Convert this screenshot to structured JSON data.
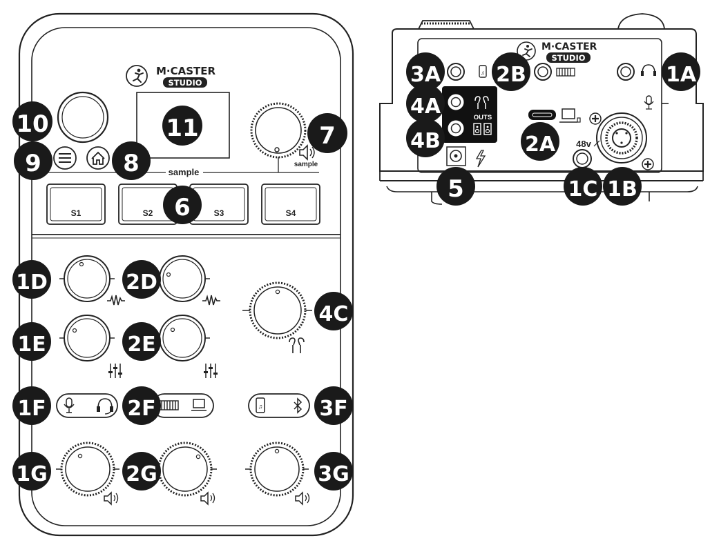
{
  "brand": {
    "name": "M·CASTER",
    "sub": "STUDIO"
  },
  "labels": {
    "sample": "sample",
    "knob_sample": "sample",
    "outs": "OUTS",
    "phantom": "48v",
    "s1": "S1",
    "s2": "S2",
    "s3": "S3",
    "s4": "S4"
  },
  "callouts": {
    "c1A": "1A",
    "c1B": "1B",
    "c1C": "1C",
    "c1D": "1D",
    "c1E": "1E",
    "c1F": "1F",
    "c1G": "1G",
    "c2A": "2A",
    "c2B": "2B",
    "c2D": "2D",
    "c2E": "2E",
    "c2F": "2F",
    "c2G": "2G",
    "c3A": "3A",
    "c3F": "3F",
    "c3G": "3G",
    "c4A": "4A",
    "c4B": "4B",
    "c4C": "4C",
    "c5": "5",
    "c6": "6",
    "c7": "7",
    "c8": "8",
    "c9": "9",
    "c10": "10",
    "c11": "11"
  },
  "colors": {
    "callout_fill": "#1a1a1a",
    "callout_text": "#ffffff",
    "line": "#222222",
    "background": "#ffffff"
  }
}
